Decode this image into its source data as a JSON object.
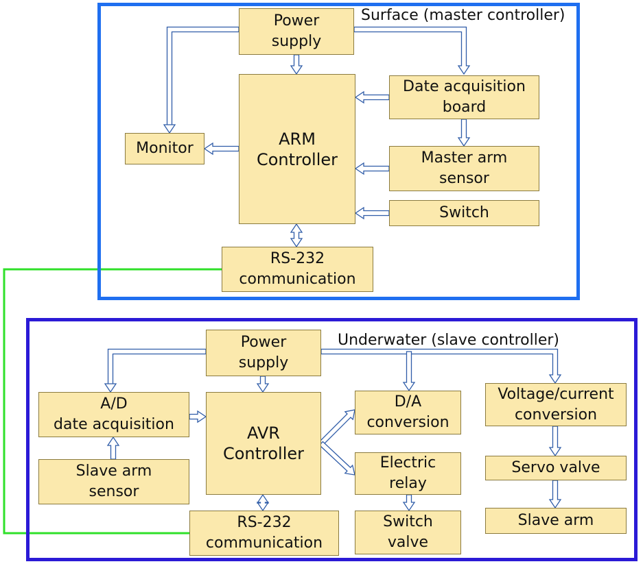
{
  "surface": {
    "title": "Surface (master controller)",
    "frame_color": "#1f6ff0",
    "blocks": {
      "power_supply": [
        "Power",
        "supply"
      ],
      "arm_controller": [
        "ARM",
        "Controller"
      ],
      "monitor": [
        "Monitor"
      ],
      "data_acquisition_board": [
        "Date acquisition",
        "board"
      ],
      "master_arm_sensor": [
        "Master arm",
        "sensor"
      ],
      "switch": [
        "Switch"
      ],
      "rs232": [
        "RS-232",
        "communication"
      ]
    }
  },
  "underwater": {
    "title": "Underwater  (slave controller)",
    "frame_color": "#2b1ad6",
    "blocks": {
      "power_supply": [
        "Power",
        "supply"
      ],
      "ad_acquisition": [
        "A/D",
        "date acquisition"
      ],
      "slave_arm_sensor": [
        "Slave  arm",
        "sensor"
      ],
      "avr_controller": [
        "AVR",
        "Controller"
      ],
      "da_conversion": [
        "D/A",
        "conversion"
      ],
      "electric_relay": [
        "Electric",
        "relay"
      ],
      "switch_valve": [
        "Switch",
        "valve"
      ],
      "vc_conversion": [
        "Voltage/current",
        "conversion"
      ],
      "servo_valve": [
        "Servo valve"
      ],
      "slave_arm": [
        "Slave arm"
      ],
      "rs232": [
        "RS-232",
        "communication"
      ]
    }
  },
  "colors": {
    "block_fill": "#fbe9ad",
    "block_border": "#8a7a3e",
    "arrow": "#2f5ca8",
    "link_cable": "#2fe02a"
  }
}
